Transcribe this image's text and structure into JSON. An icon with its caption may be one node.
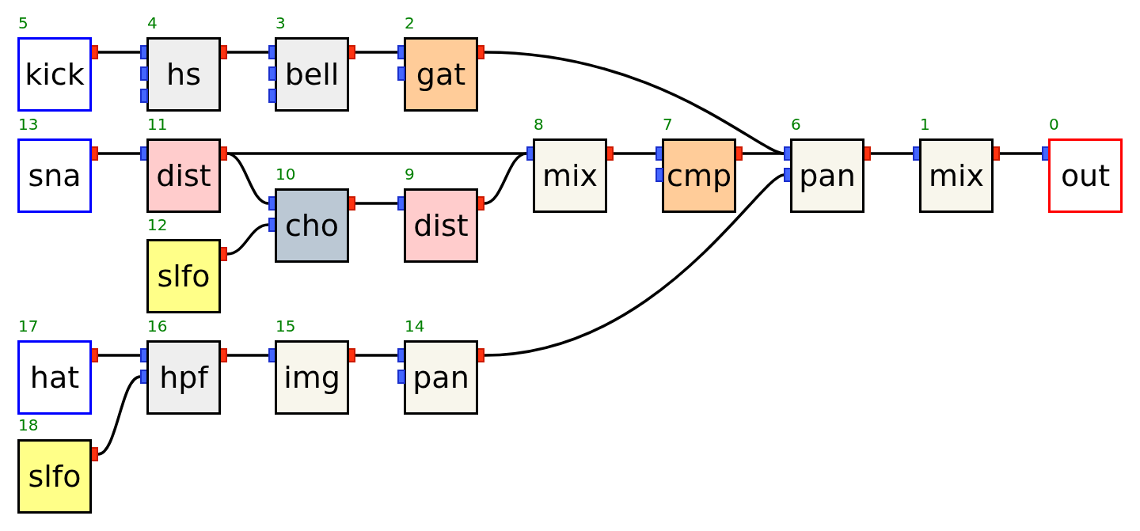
{
  "diagram": {
    "nodes": [
      {
        "text": [
          "5",
          "kick"
        ]
      },
      {
        "text": [
          "4",
          "hs"
        ]
      },
      {
        "text": [
          "3",
          "bell"
        ]
      },
      {
        "text": [
          "2",
          "gat"
        ]
      },
      {
        "text": [
          "13",
          "sna"
        ]
      },
      {
        "text": [
          "11",
          "dist"
        ]
      },
      {
        "text": [
          "8",
          "mix"
        ]
      },
      {
        "text": [
          "7",
          "cmp"
        ]
      },
      {
        "text": [
          "6",
          "pan"
        ]
      },
      {
        "text": [
          "1",
          "mix"
        ]
      },
      {
        "text": [
          "0",
          "out"
        ]
      },
      {
        "text": [
          "10",
          "cho"
        ]
      },
      {
        "text": [
          "9",
          "dist"
        ]
      },
      {
        "text": [
          "12",
          "slfo"
        ]
      },
      {
        "text": [
          "17",
          "hat"
        ]
      },
      {
        "text": [
          "16",
          "hpf"
        ]
      },
      {
        "text": [
          "15",
          "img"
        ]
      },
      {
        "text": [
          "14",
          "pan"
        ]
      },
      {
        "text": [
          "18",
          "slfo"
        ]
      }
    ],
    "edges": [
      {
        "from": 0,
        "to": 1,
        "arrow": "other"
      },
      {
        "from": 1,
        "to": 2,
        "arrow": "other"
      },
      {
        "from": 2,
        "to": 3,
        "arrow": "other"
      },
      {
        "from": 3,
        "to": 8,
        "arrow": "other"
      },
      {
        "from": 4,
        "to": 5,
        "arrow": "other"
      },
      {
        "from": 5,
        "to": 6,
        "arrow": "other"
      },
      {
        "from": 5,
        "to": 11,
        "arrow": "other"
      },
      {
        "from": 13,
        "to": 11,
        "arrow": "other"
      },
      {
        "from": 11,
        "to": 12,
        "arrow": "other"
      },
      {
        "from": 12,
        "to": 6,
        "arrow": "other"
      },
      {
        "from": 6,
        "to": 7,
        "arrow": "other"
      },
      {
        "from": 7,
        "to": 8,
        "arrow": "other"
      },
      {
        "from": 8,
        "to": 9,
        "arrow": "other"
      },
      {
        "from": 9,
        "to": 10,
        "arrow": "other"
      },
      {
        "from": 14,
        "to": 15,
        "arrow": "other"
      },
      {
        "from": 18,
        "to": 15,
        "arrow": "other"
      },
      {
        "from": 15,
        "to": 16,
        "arrow": "other"
      },
      {
        "from": 16,
        "to": 17,
        "arrow": "other"
      },
      {
        "from": 17,
        "to": 8,
        "arrow": "other"
      }
    ]
  }
}
